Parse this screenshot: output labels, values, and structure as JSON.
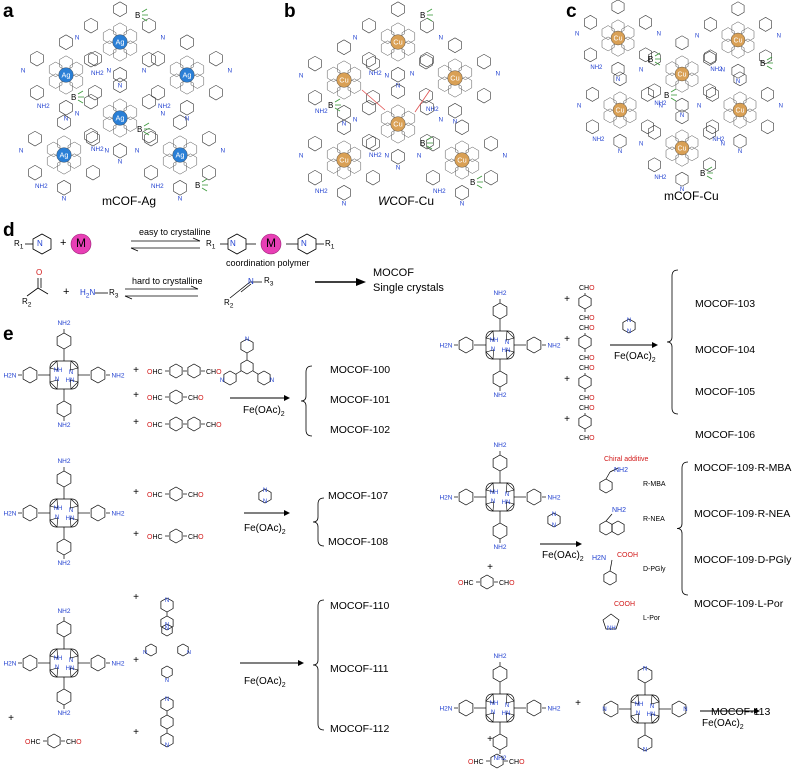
{
  "panels": {
    "a": {
      "letter": "a",
      "caption": "mCOF-Ag",
      "metal": "Ag",
      "bf_label": "B"
    },
    "b": {
      "letter": "b",
      "caption_prefix": "W",
      "caption": "COF-Cu",
      "metal": "Cu",
      "bf_label": "B"
    },
    "c": {
      "letter": "c",
      "caption": "mCOF-Cu",
      "metal": "Cu",
      "bf_label": "B"
    },
    "d": {
      "letter": "d",
      "arrow_top": "easy to crystalline",
      "arrow_bottom": "hard to crystalline",
      "metal_symbol": "M",
      "coordination_label": "coordination polymer",
      "result_line1": "MOCOF",
      "result_line2": "Single crystals",
      "r1": "R",
      "r1_sub": "1",
      "r2": "R",
      "r2_sub": "2",
      "r3": "R",
      "r3_sub": "3",
      "amine": "H",
      "amine_sub": "2",
      "amine_n": "N",
      "amine_r": "R",
      "amine_r_sub": "3",
      "aldehyde_o": "O",
      "plus": "+"
    },
    "e": {
      "letter": "e"
    }
  },
  "labels": {
    "nh2": "NH",
    "nh2_sub": "2",
    "h2n": "H",
    "h2n_sub": "2",
    "h2n_n": "N",
    "nh": "NH",
    "hn": "HN",
    "n": "N",
    "ohc": "OHC",
    "cho": "CHO",
    "o_red": "O",
    "cho_c": "CH",
    "plus": "+"
  },
  "catalyst": {
    "text": "Fe(OAc)",
    "sub": "2"
  },
  "reaction_groups": [
    {
      "products": [
        "MOCOF-100",
        "MOCOF-101",
        "MOCOF-102"
      ]
    },
    {
      "products": [
        "MOCOF-103",
        "MOCOF-104",
        "MOCOF-105",
        "MOCOF-106"
      ]
    },
    {
      "products": [
        "MOCOF-107",
        "MOCOF-108"
      ]
    },
    {
      "products": [
        "MOCOF-109·R-MBA",
        "MOCOF-109·R-NEA",
        "MOCOF-109·D-PGly",
        "MOCOF-109·L-Por"
      ]
    },
    {
      "products": [
        "MOCOF-110",
        "MOCOF-111",
        "MOCOF-112"
      ]
    },
    {
      "products": [
        "MOCOF-113"
      ]
    }
  ],
  "chiral": {
    "header": "Chiral additive",
    "items": [
      "R-MBA",
      "R-NEA",
      "D-PGly",
      "L-Por"
    ],
    "nh2": "NH",
    "nh2_sub": "2",
    "cooh": "COOH",
    "nh": "NH",
    "h2n": "H",
    "h2n_sub": "2",
    "h2n_n": "N"
  },
  "colors": {
    "blue": "#1f3fd0",
    "red": "#d21a1a",
    "green": "#3c9a3c",
    "ag_metal": "#2a7fd6",
    "cu_metal": "#d9a055",
    "m_magenta": "#e83fb5"
  }
}
